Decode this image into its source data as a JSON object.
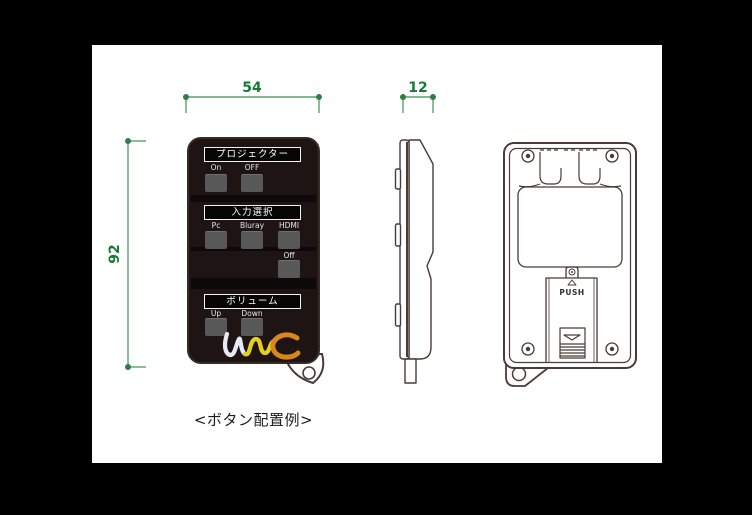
{
  "canvas": {
    "background": "#000000",
    "page_background": "#ffffff"
  },
  "caption": "<ボタン配置例>",
  "dimensions": {
    "front_width": "54",
    "side_width": "12",
    "front_height": "92",
    "line_color": "#5ba06c",
    "text_color": "#157a33"
  },
  "front_view": {
    "sections": [
      {
        "title": "プロジェクター",
        "buttons": [
          {
            "label": "On"
          },
          {
            "label": "OFF"
          }
        ]
      },
      {
        "title": "入力選択",
        "buttons": [
          {
            "label": "Pc"
          },
          {
            "label": "Bluray"
          },
          {
            "label": "HDMI"
          }
        ],
        "secondary_button": {
          "label": "Off"
        }
      },
      {
        "title": "ボリューム",
        "buttons": [
          {
            "label": "Up"
          },
          {
            "label": "Down"
          }
        ]
      }
    ],
    "logo": {
      "name": "umc-logo",
      "colors": {
        "left": "#e6e9f8",
        "middle": "#e6cf1e",
        "right": "#d8871c"
      }
    }
  },
  "back_view": {
    "battery_cover_label": "PUSH"
  }
}
